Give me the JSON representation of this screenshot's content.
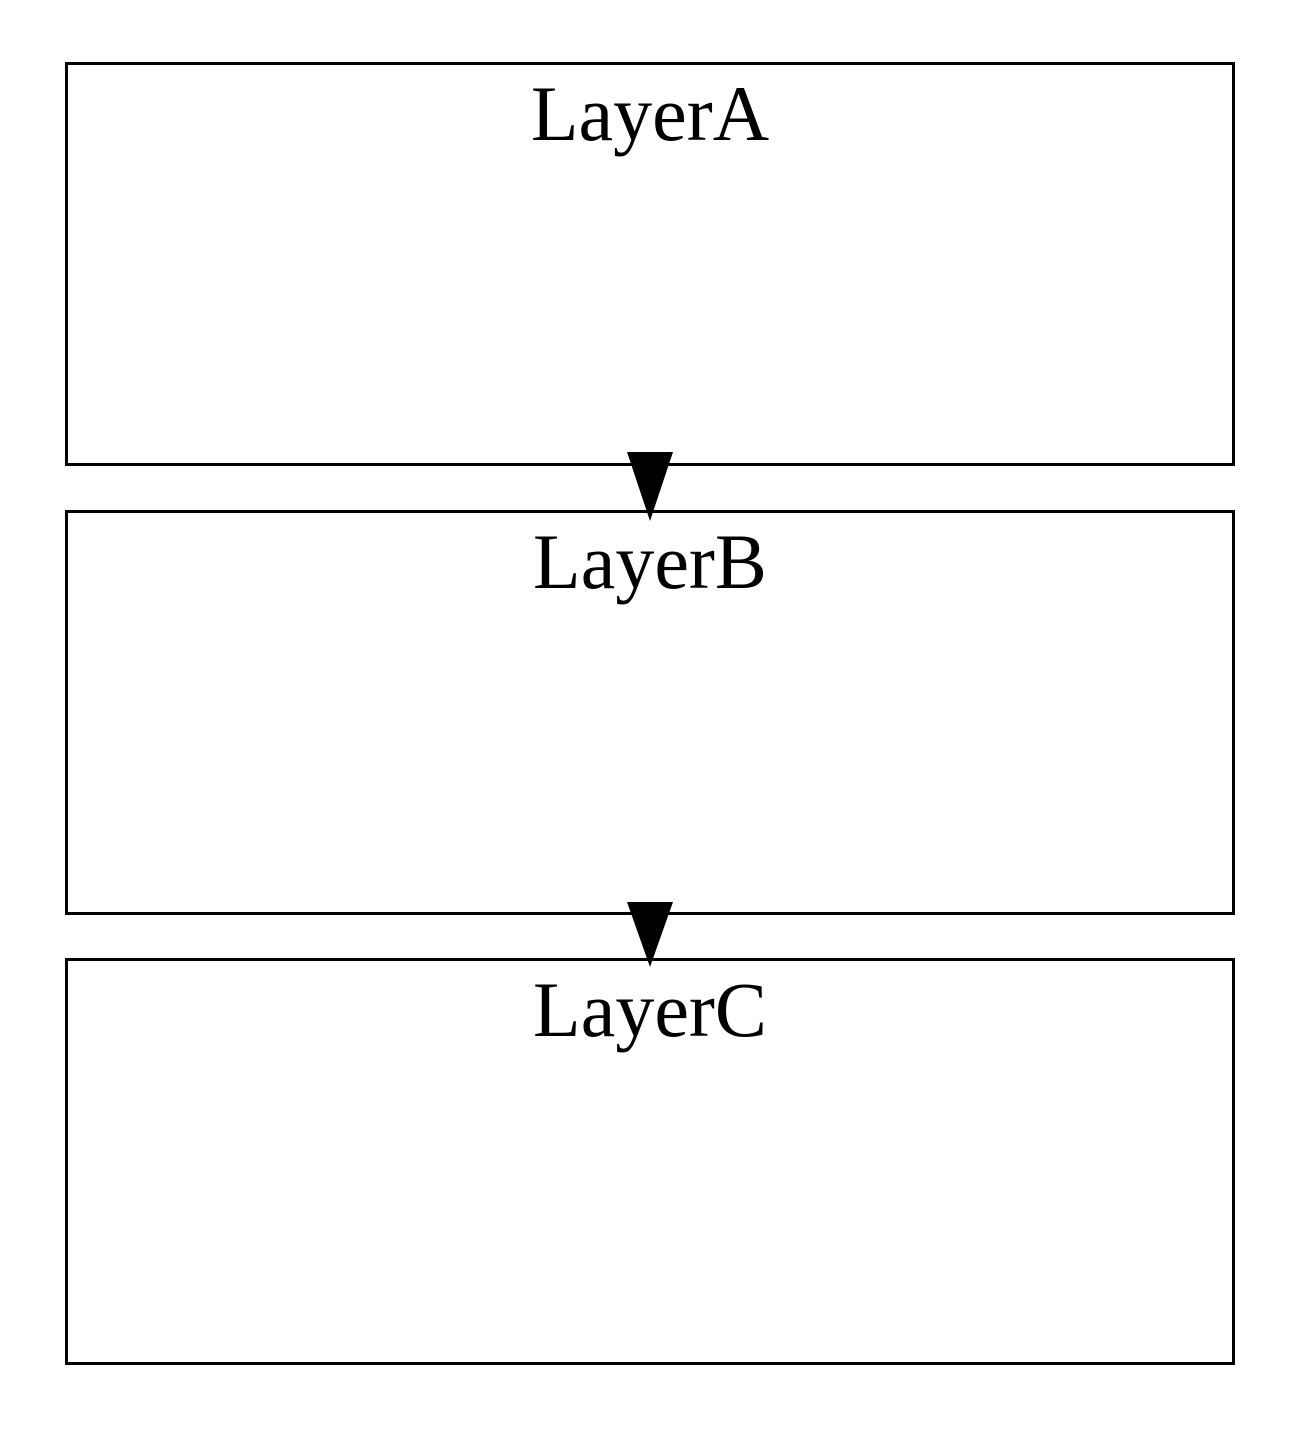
{
  "diagram": {
    "type": "flow-diagram",
    "background_color": "#ffffff",
    "node_border_color": "#000000",
    "node_fill_color": "#ffffff",
    "text_color": "#000000",
    "nodes": [
      {
        "id": "layer-a",
        "label": "LayerA"
      },
      {
        "id": "layer-b",
        "label": "LayerB"
      },
      {
        "id": "layer-c",
        "label": "LayerC"
      }
    ],
    "edges": [
      {
        "from": "LayerA",
        "to": "LayerB",
        "arrow": "down-triangle"
      },
      {
        "from": "LayerB",
        "to": "LayerC",
        "arrow": "down-triangle"
      }
    ]
  }
}
